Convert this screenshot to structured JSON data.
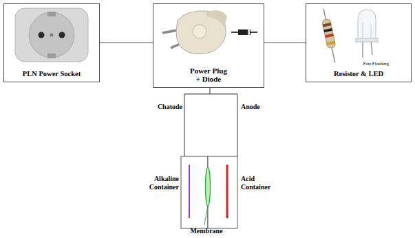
{
  "diagram": {
    "nodes": [
      {
        "text": [
          "PLN Power Socket"
        ]
      },
      {
        "text": [
          "Power Plug + Diode"
        ]
      },
      {
        "text": [
          "Fast Flashing",
          "Resistor & LED"
        ]
      }
    ],
    "edges": [
      {
        "from": 0,
        "to": 1,
        "arrow": "none"
      },
      {
        "from": 1,
        "to": 2,
        "arrow": "none"
      }
    ],
    "labels": [
      "Chatode",
      "Anode",
      "Alkaline Container",
      "Acid Container",
      "Membrane"
    ]
  }
}
